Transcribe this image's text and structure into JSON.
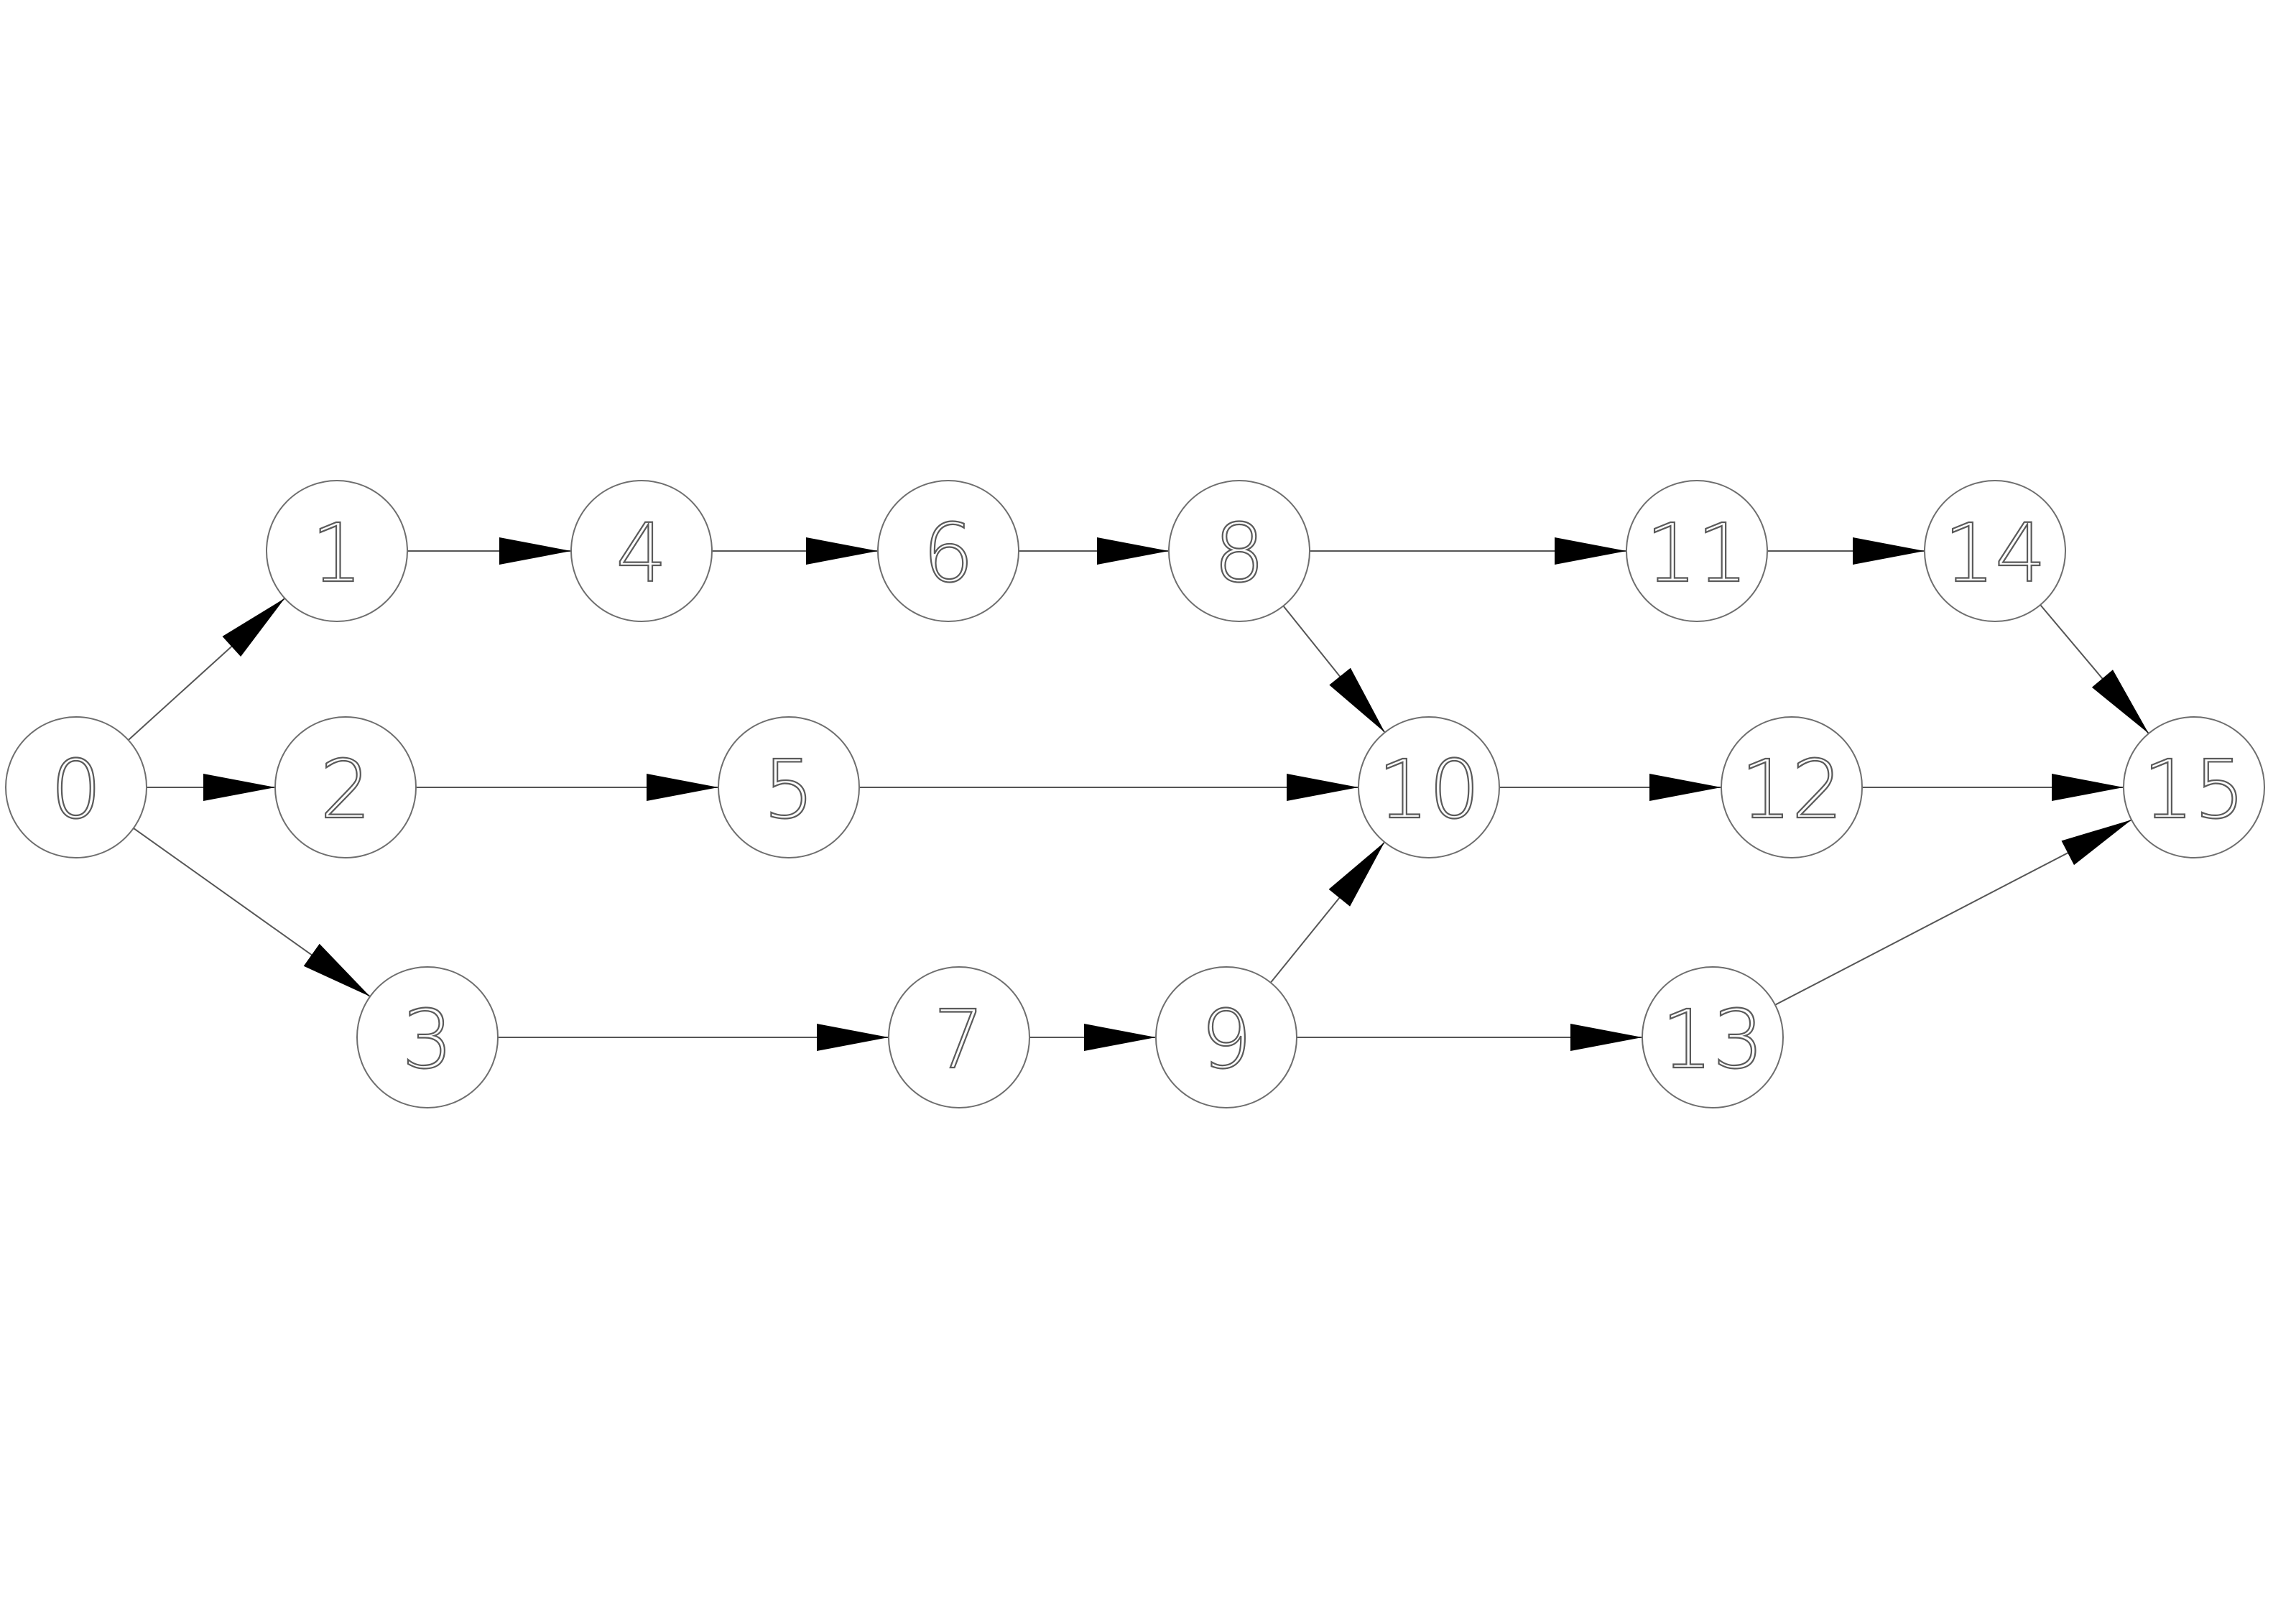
{
  "nodes": [
    {
      "id": "0",
      "label": "0"
    },
    {
      "id": "1",
      "label": "1"
    },
    {
      "id": "2",
      "label": "2"
    },
    {
      "id": "3",
      "label": "3"
    },
    {
      "id": "4",
      "label": "4"
    },
    {
      "id": "5",
      "label": "5"
    },
    {
      "id": "6",
      "label": "6"
    },
    {
      "id": "7",
      "label": "7"
    },
    {
      "id": "8",
      "label": "8"
    },
    {
      "id": "9",
      "label": "9"
    },
    {
      "id": "10",
      "label": "10"
    },
    {
      "id": "11",
      "label": "11"
    },
    {
      "id": "12",
      "label": "12"
    },
    {
      "id": "13",
      "label": "13"
    },
    {
      "id": "14",
      "label": "14"
    },
    {
      "id": "15",
      "label": "15"
    }
  ],
  "edges": [
    {
      "from": "0",
      "to": "1"
    },
    {
      "from": "0",
      "to": "2"
    },
    {
      "from": "0",
      "to": "3"
    },
    {
      "from": "1",
      "to": "4"
    },
    {
      "from": "4",
      "to": "6"
    },
    {
      "from": "6",
      "to": "8"
    },
    {
      "from": "8",
      "to": "11"
    },
    {
      "from": "8",
      "to": "10"
    },
    {
      "from": "11",
      "to": "14"
    },
    {
      "from": "14",
      "to": "15"
    },
    {
      "from": "2",
      "to": "5"
    },
    {
      "from": "5",
      "to": "10"
    },
    {
      "from": "10",
      "to": "12"
    },
    {
      "from": "12",
      "to": "15"
    },
    {
      "from": "3",
      "to": "7"
    },
    {
      "from": "7",
      "to": "9"
    },
    {
      "from": "9",
      "to": "10"
    },
    {
      "from": "9",
      "to": "13"
    },
    {
      "from": "13",
      "to": "15"
    }
  ],
  "colors": {
    "node_stroke": "#6e6e6e",
    "edge_stroke": "#555555",
    "arrowhead": "#000000",
    "background": "#ffffff"
  }
}
